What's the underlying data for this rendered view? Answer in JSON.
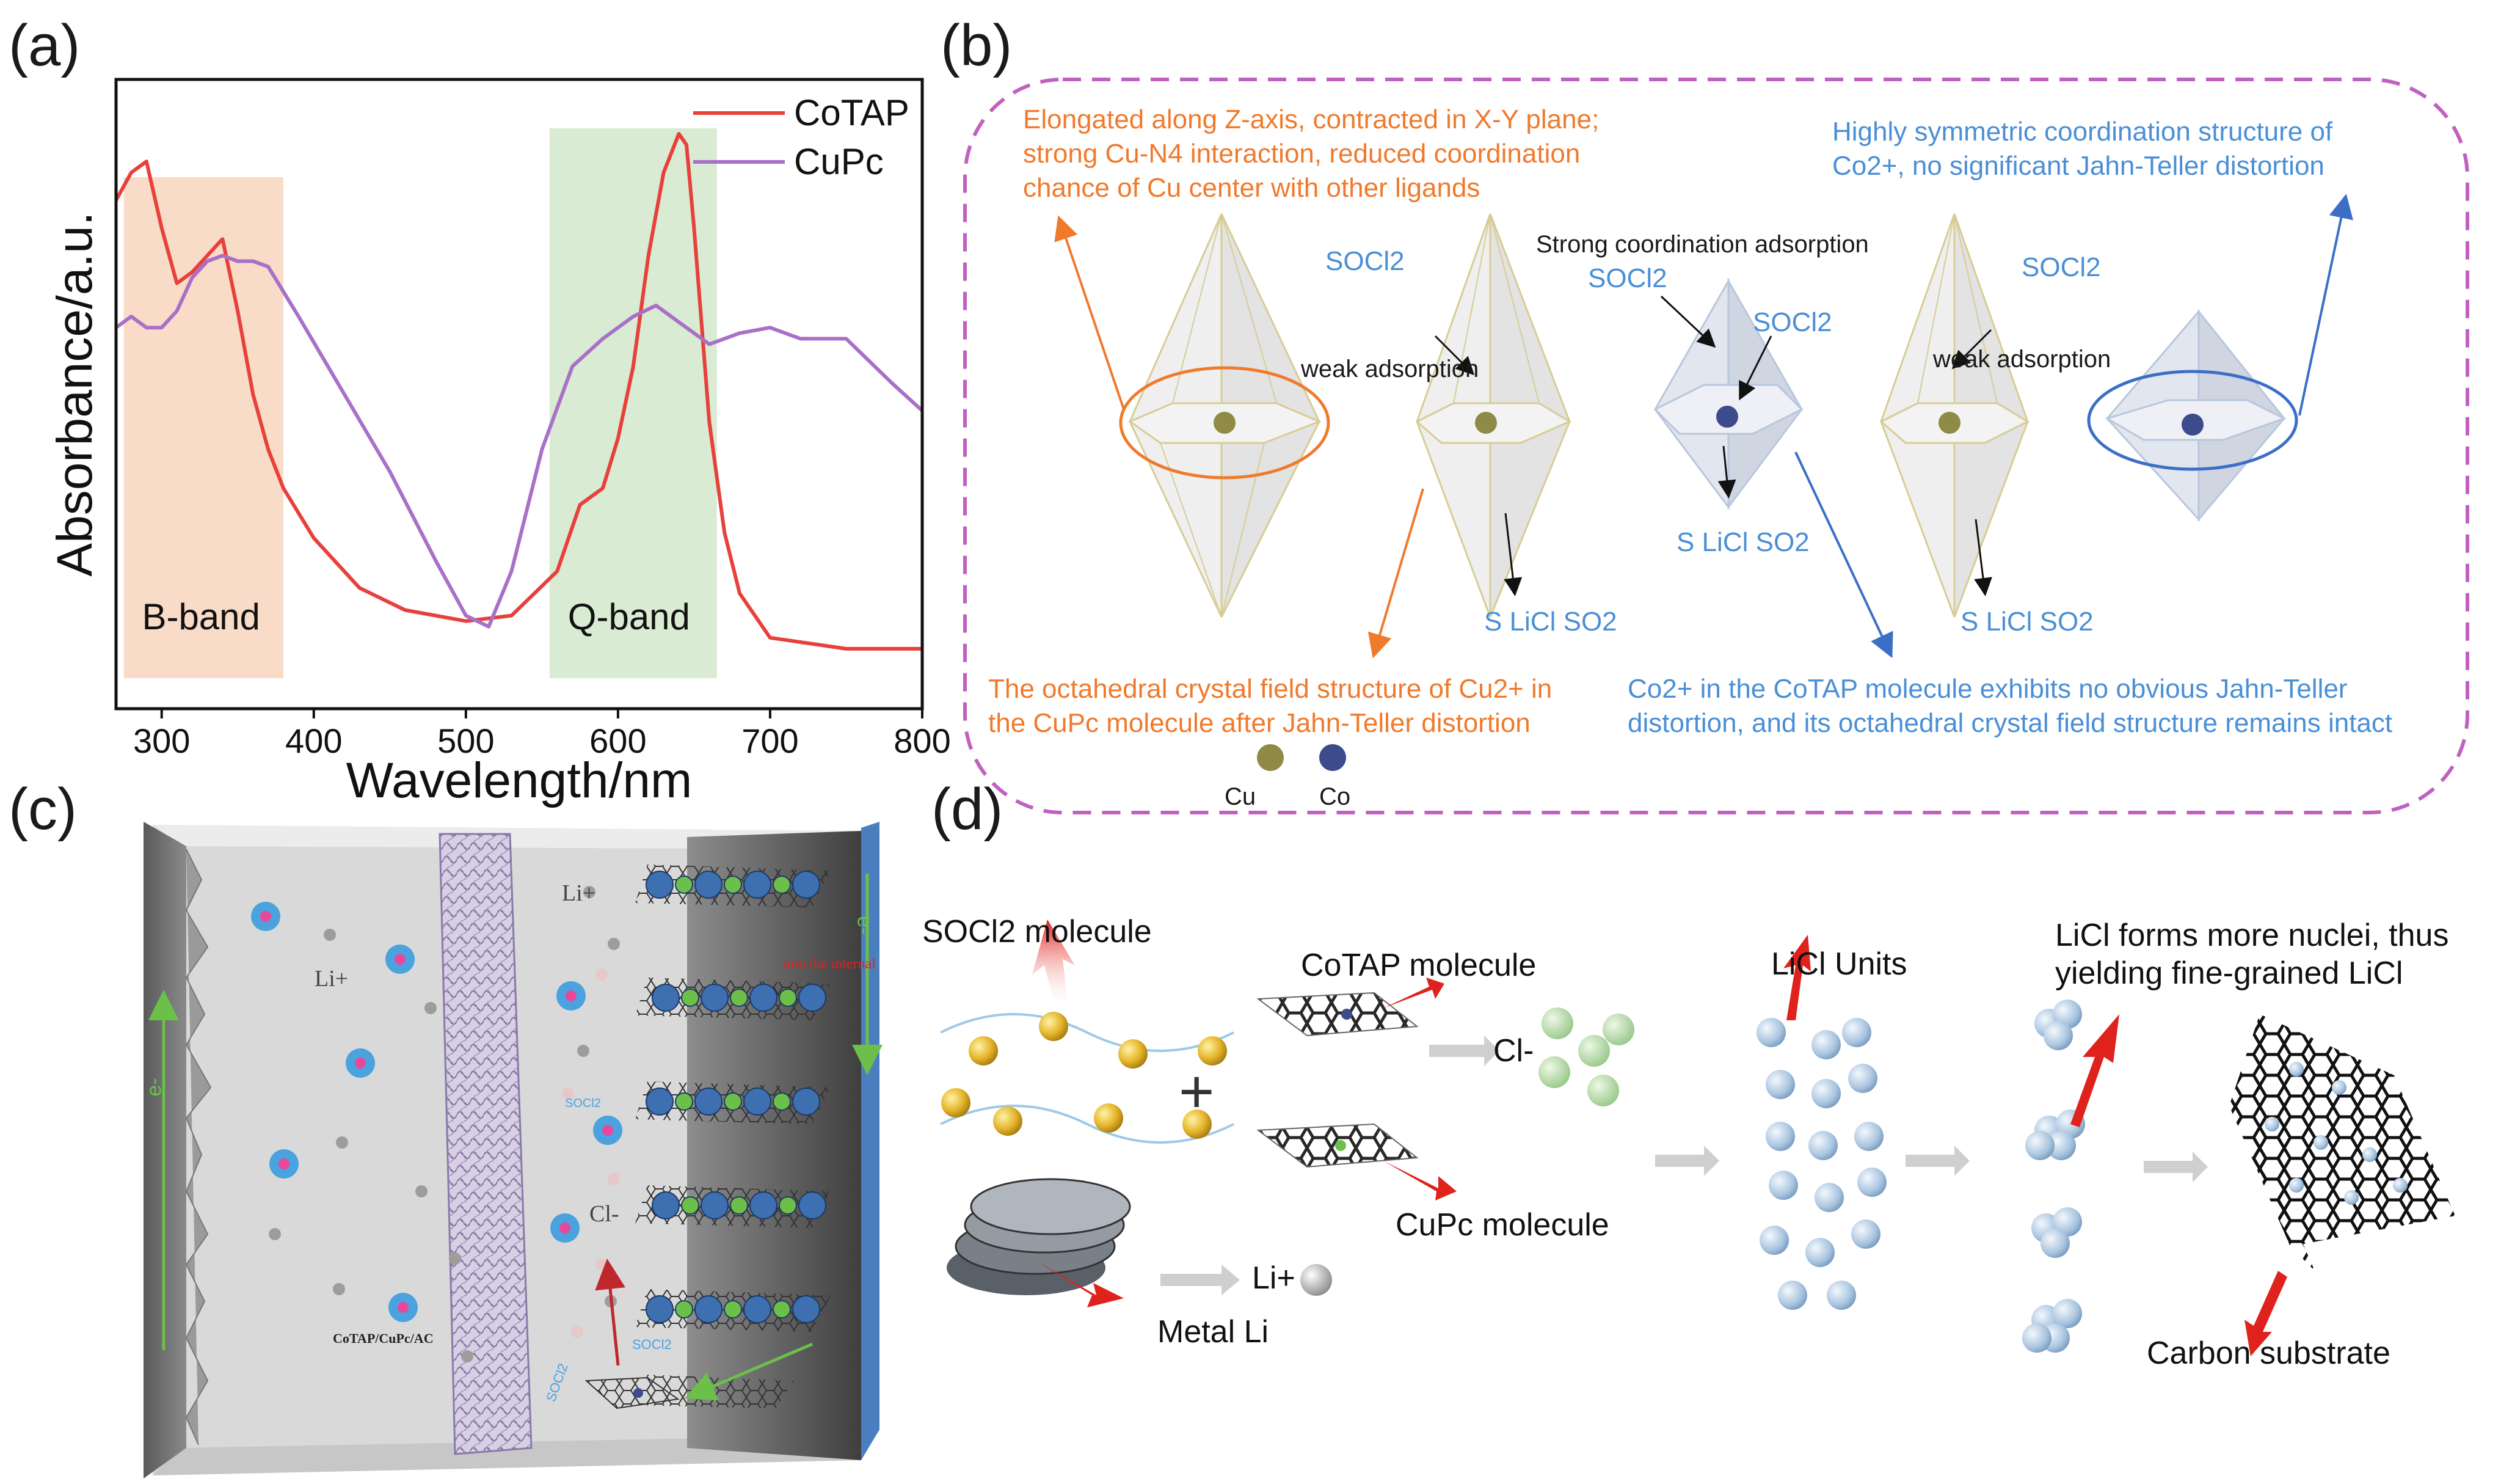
{
  "panels": {
    "a": {
      "letter": "(a)"
    },
    "b": {
      "letter": "(b)"
    },
    "c": {
      "letter": "(c)"
    },
    "d": {
      "letter": "(d)"
    }
  },
  "chart_data": {
    "type": "line",
    "xlabel": "Wavelength/nm",
    "ylabel": "Absorbance/a.u.",
    "xlim": [
      270,
      800
    ],
    "ylim": [
      0,
      1
    ],
    "xticks": [
      300,
      400,
      500,
      600,
      700,
      800
    ],
    "legend_position": "top-right",
    "regions": [
      {
        "label": "B-band",
        "x": [
          275,
          380
        ],
        "color": "#f9dcc8"
      },
      {
        "label": "Q-band",
        "x": [
          555,
          665
        ],
        "color": "#d9ebd3"
      }
    ],
    "series": [
      {
        "name": "CoTAP",
        "color": "#e8403b",
        "x": [
          270,
          280,
          290,
          300,
          310,
          320,
          330,
          340,
          350,
          360,
          370,
          380,
          400,
          430,
          460,
          500,
          530,
          560,
          575,
          590,
          600,
          610,
          620,
          630,
          640,
          645,
          650,
          660,
          670,
          680,
          700,
          750,
          800
        ],
        "y": [
          0.85,
          0.9,
          0.92,
          0.8,
          0.7,
          0.72,
          0.75,
          0.78,
          0.65,
          0.5,
          0.4,
          0.33,
          0.24,
          0.15,
          0.11,
          0.09,
          0.1,
          0.18,
          0.3,
          0.33,
          0.42,
          0.55,
          0.75,
          0.9,
          0.97,
          0.95,
          0.8,
          0.45,
          0.25,
          0.14,
          0.06,
          0.04,
          0.04
        ]
      },
      {
        "name": "CuPc",
        "color": "#a970c8",
        "x": [
          270,
          280,
          290,
          300,
          310,
          320,
          330,
          340,
          350,
          360,
          370,
          390,
          420,
          450,
          480,
          500,
          515,
          530,
          550,
          570,
          590,
          610,
          625,
          640,
          660,
          680,
          700,
          720,
          750,
          780,
          800
        ],
        "y": [
          0.62,
          0.64,
          0.62,
          0.62,
          0.65,
          0.71,
          0.74,
          0.75,
          0.74,
          0.74,
          0.73,
          0.64,
          0.5,
          0.36,
          0.2,
          0.1,
          0.08,
          0.18,
          0.4,
          0.55,
          0.6,
          0.64,
          0.66,
          0.63,
          0.59,
          0.61,
          0.62,
          0.6,
          0.6,
          0.52,
          0.47
        ]
      }
    ]
  },
  "b": {
    "cu_note": [
      "Elongated along Z-axis, contracted in X-Y plane;",
      "strong Cu-N4 interaction, reduced coordination",
      "chance of Cu center with other ligands"
    ],
    "co_note": [
      "Highly symmetric coordination structure of",
      "Co2+, no significant Jahn-Teller distortion"
    ],
    "socl2_1": "SOCl2",
    "weak_ads_1": "weak adsorption",
    "strong_ads": "Strong coordination adsorption",
    "socl2_2": "SOCl2",
    "socl2_3": "SOCl2",
    "socl2_4": "SOCl2",
    "weak_ads_2": "weak adsorption",
    "products_1": "S  LiCl SO2",
    "products_2": "S  LiCl SO2",
    "products_3": "S  LiCl SO2",
    "cu_bottom": [
      "The octahedral crystal field structure of Cu2+ in",
      "the CuPc molecule after Jahn-Teller distortion"
    ],
    "co_bottom": [
      "Co2+ in the CoTAP molecule exhibits no obvious Jahn-Teller",
      "distortion, and its octahedral crystal field structure remains intact"
    ],
    "legend_cu": "Cu",
    "legend_co": "Co",
    "colors": {
      "cu_atom": "#8f8a45",
      "co_atom": "#3d4a8c",
      "border": "#c160c0"
    }
  },
  "c": {
    "li_label_1": "Li+",
    "li_label_2": "Li+",
    "e_label_left": "e-",
    "e_label_right": "e-",
    "into_internal": "into the internal",
    "cl_label": "Cl-",
    "socl2_label_a": "SOCl2",
    "socl2_label_b": "SOCl2",
    "socl2_label_c": "SOCl2",
    "material": "CoTAP/CuPc/AC"
  },
  "d": {
    "socl2_molecule": "SOCl2 molecule",
    "cotap_molecule": "CoTAP molecule",
    "cupc_molecule": "CuPc molecule",
    "metal_li": "Metal Li",
    "li_plus": "Li+",
    "cl_minus": "Cl-",
    "licl_units": "LiCl Units",
    "licl_nuclei": [
      "LiCl forms more nuclei, thus",
      "yielding fine-grained LiCl"
    ],
    "carbon_substrate": "Carbon substrate",
    "plus": "+"
  }
}
